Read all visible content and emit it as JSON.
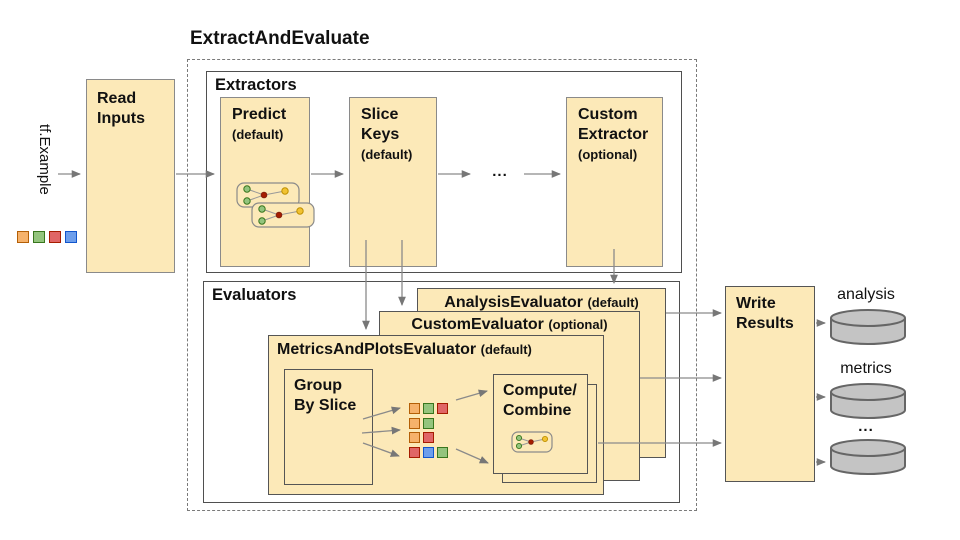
{
  "title": "ExtractAndEvaluate",
  "input": {
    "label": "tf.Example",
    "legend": [
      "orange",
      "green",
      "red",
      "blue"
    ]
  },
  "read_inputs": {
    "line1": "Read",
    "line2": "Inputs"
  },
  "extractors": {
    "label": "Extractors",
    "predict": {
      "name": "Predict",
      "qualifier": "(default)"
    },
    "slice_keys": {
      "line1": "Slice",
      "line2": "Keys",
      "qualifier": "(default)"
    },
    "ellipsis": "...",
    "custom": {
      "line1": "Custom",
      "line2": "Extractor",
      "qualifier": "(optional)"
    }
  },
  "evaluators": {
    "label": "Evaluators",
    "analysis": {
      "name": "AnalysisEvaluator",
      "qualifier": "(default)"
    },
    "custom": {
      "name": "CustomEvaluator",
      "qualifier": "(optional)"
    },
    "metrics_plots": {
      "name": "MetricsAndPlotsEvaluator",
      "qualifier": "(default)"
    },
    "group_by_slice": {
      "line1": "Group",
      "line2": "By Slice"
    },
    "compute_combine": {
      "line1": "Compute/",
      "line2": "Combine"
    },
    "slice_rows": [
      [
        "orange",
        "green",
        "red"
      ],
      [
        "orange",
        "green"
      ],
      [
        "orange",
        "red"
      ],
      [
        "red",
        "blue",
        "green"
      ]
    ]
  },
  "write_results": {
    "line1": "Write",
    "line2": "Results"
  },
  "outputs": {
    "labels": [
      "analysis",
      "metrics",
      "..."
    ]
  },
  "colors": {
    "box_fill": "#fce9b8",
    "box_border": "#8a8a8a",
    "container_border": "#4f4f4f",
    "arrow": "#8a8a8a",
    "cylinder_fill": "#c4c4c4",
    "cylinder_border": "#666666",
    "squares": {
      "orange": {
        "fill": "#f6b26b",
        "border": "#b45f06"
      },
      "green": {
        "fill": "#93c47d",
        "border": "#38761d"
      },
      "red": {
        "fill": "#e06666",
        "border": "#a61c00"
      },
      "blue": {
        "fill": "#6d9eeb",
        "border": "#1155cc"
      }
    },
    "nodes": {
      "green": "#93c47d",
      "red": "#a61c00",
      "yellow": "#f1c232"
    }
  }
}
